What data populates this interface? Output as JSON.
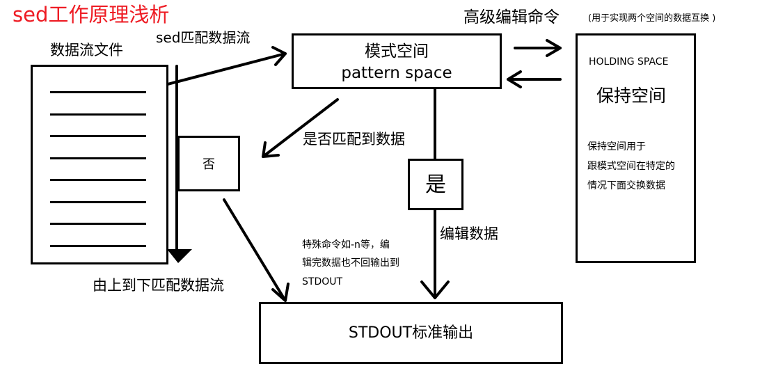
{
  "title": "sed工作原理浅析",
  "colors": {
    "title": "#ee1c24",
    "ink": "#000000",
    "background": "#ffffff"
  },
  "file": {
    "label": "数据流文件",
    "line_count": 8
  },
  "match_flow_label": "sed匹配数据流",
  "top_to_bottom_label": "由上到下匹配数据流",
  "pattern_space": {
    "cn": "模式空间",
    "en": "pattern space"
  },
  "advanced_cmd": {
    "label": "高级编辑命令",
    "note": "(用于实现两个空间的数据互换 )"
  },
  "holding_space": {
    "en": "HOLDING SPACE",
    "cn": "保持空间",
    "desc_lines": [
      "保持空间用于",
      "跟模式空间在特定的",
      "情况下面交换数据"
    ]
  },
  "match_question": "是否匹配到数据",
  "no_box": "否",
  "yes_box": "是",
  "edit_data": "编辑数据",
  "special_note_lines": [
    "特殊命令如-n等，编",
    "辑完数据也不回输出到",
    "STDOUT"
  ],
  "stdout_box": "STDOUT标准输出"
}
